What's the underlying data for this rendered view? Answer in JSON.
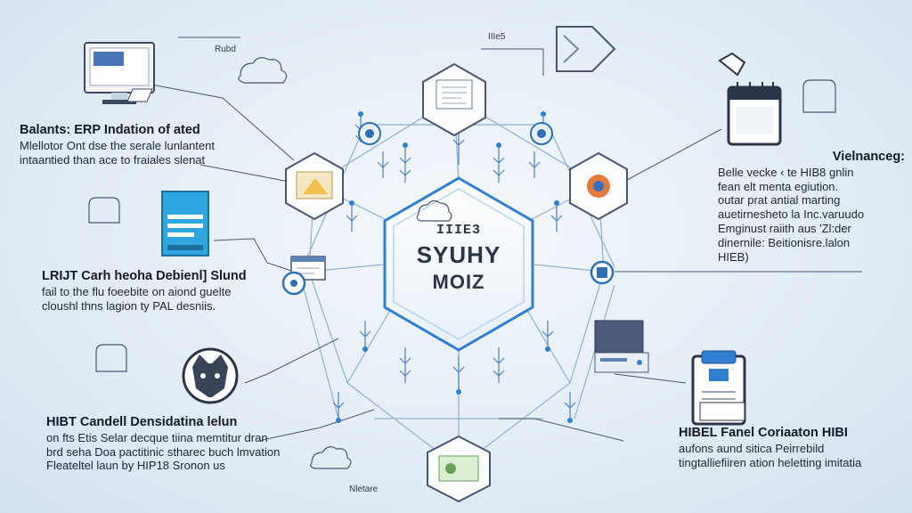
{
  "center": {
    "line1": "IIIE3",
    "line2": "SYUHY",
    "line3": "MOIZ"
  },
  "labels": {
    "top_left": "Rubd",
    "top_center": "IIIe5",
    "bottom": "Nletare"
  },
  "blocks": {
    "top_left": {
      "title": "Balants: ERP Indation of ated",
      "lines": [
        "Mlellotor Ont dse the serale lunlantent",
        "intaantied than ace to fraiales slenat"
      ]
    },
    "mid_left": {
      "title": "LRIJT Carh heoha Debienl] Slund",
      "lines": [
        "fail to the flu foeebite on aiond guelte",
        "cloushl thns lagion ty PAL desniis."
      ]
    },
    "bottom_left": {
      "title": "HIBT Candell Densidatina lelun",
      "lines": [
        "on fts Etis Selar decque tiina memtitur dran",
        "brd seha Doa pactitinic stharec buch lmvation",
        "Fleateltel laun by HIP18 Sronon us"
      ]
    },
    "top_right": {
      "title": "Vielnanceg:",
      "lines": [
        "Belle vecke ‹ te HIB8 gnlin",
        "fean elt menta egiution.",
        "outar prat antial marting",
        "auetirnesheto la Inc.varuudo",
        "Emginust raiith aus 'Zl:der",
        "dinernile: Beitionisre.lalon",
        "HIEB)"
      ]
    },
    "bottom_right": {
      "title": "HIBEL Fanel Coriaaton HIBI",
      "lines": [
        "aufons aund sitica Peirrebild",
        "tingtalliefiiren ation heletting imitatia"
      ]
    }
  },
  "colors": {
    "accent": "#2f7fd2",
    "line": "#7fa6cf",
    "dark_line": "#3a4860",
    "hex_fill": "#f7fafd"
  },
  "icons": {
    "computer": "desktop-monitor-icon",
    "document": "document-icon",
    "app": "app-window-icon",
    "cat": "cat-head-icon",
    "calendar": "calendar-icon",
    "server": "server-icon",
    "badge": "id-badge-icon",
    "arrow": "arrow-right-icon",
    "cloud": "cloud-icon"
  }
}
